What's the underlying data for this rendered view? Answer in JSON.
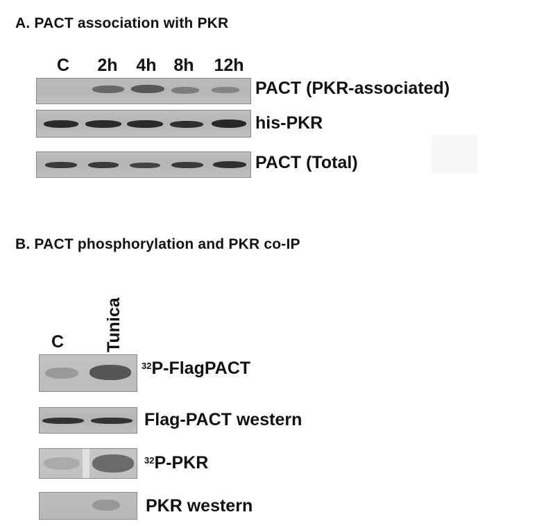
{
  "panel_a": {
    "title": "A. PACT association with PKR",
    "lanes": [
      "C",
      "2h",
      "4h",
      "8h",
      "12h"
    ],
    "rows": [
      {
        "label": "PACT (PKR-associated)"
      },
      {
        "label": "his-PKR"
      },
      {
        "label": "PACT (Total)"
      }
    ]
  },
  "panel_b": {
    "title": "B. PACT phosphorylation and PKR co-IP",
    "lanes": [
      "C",
      "Tunica"
    ],
    "rows": [
      {
        "sup": "32",
        "label": "P-FlagPACT"
      },
      {
        "sup": "",
        "label": "Flag-PACT western"
      },
      {
        "sup": "32",
        "label": "P-PKR"
      },
      {
        "sup": "",
        "label": "PKR western"
      }
    ]
  }
}
